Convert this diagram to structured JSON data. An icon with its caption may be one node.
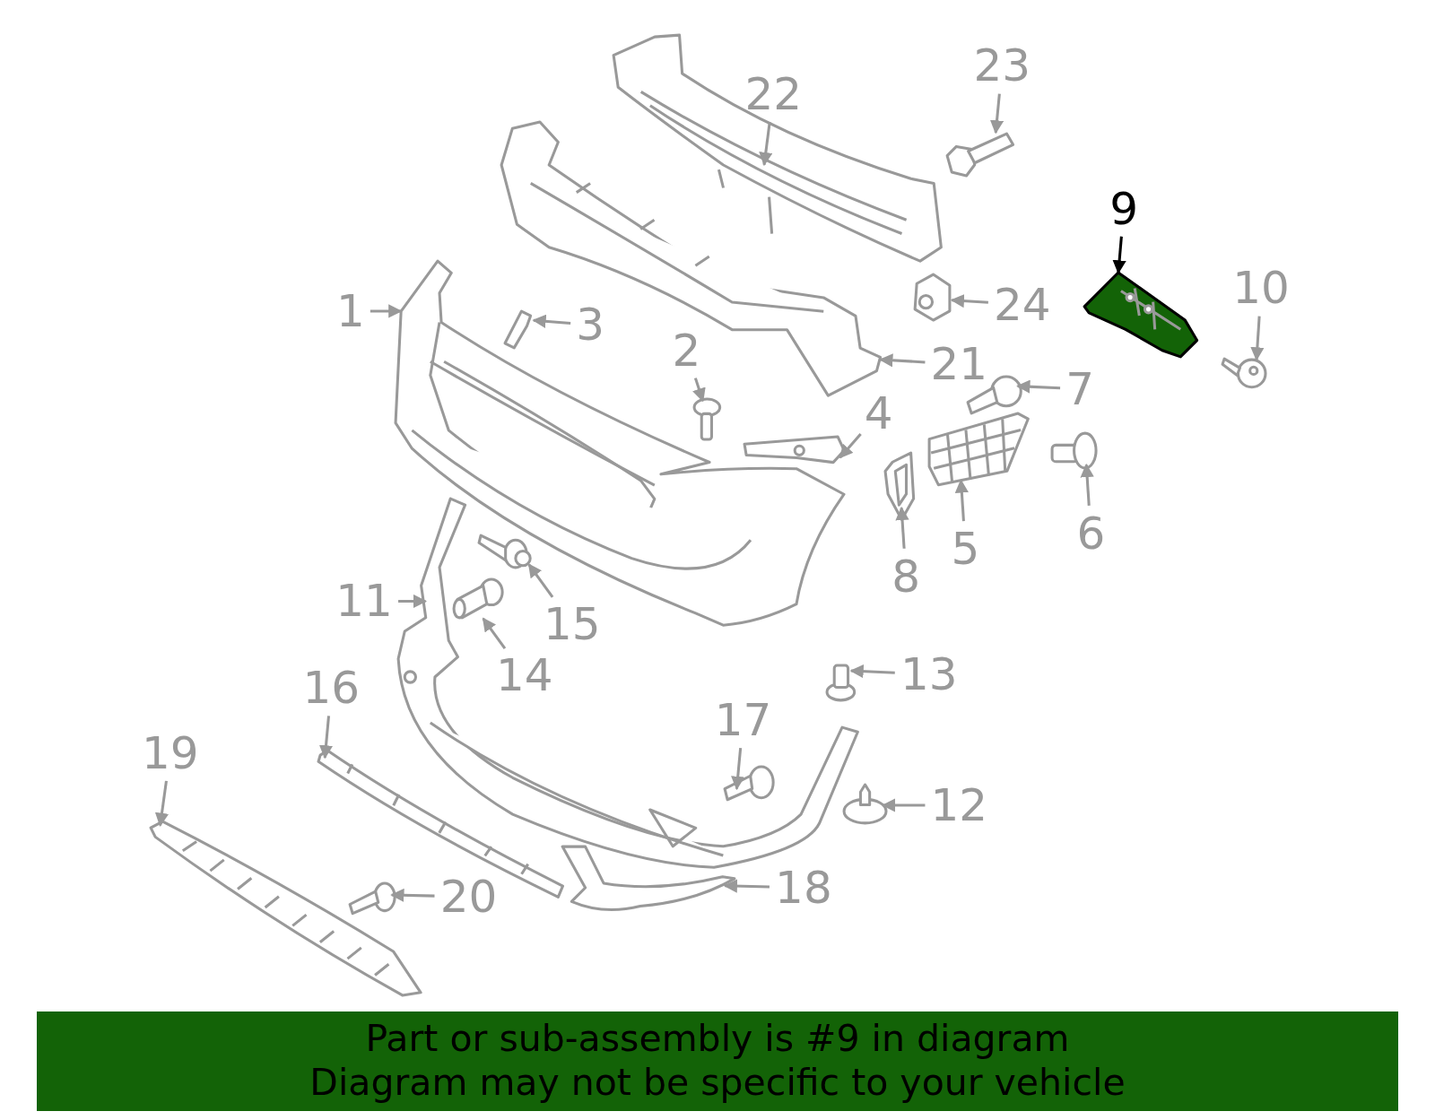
{
  "diagram": {
    "nodes": [
      {
        "text": [
          "1"
        ]
      },
      {
        "text": [
          "2"
        ]
      },
      {
        "text": [
          "3"
        ]
      },
      {
        "text": [
          "4"
        ]
      },
      {
        "text": [
          "5"
        ]
      },
      {
        "text": [
          "6"
        ]
      },
      {
        "text": [
          "7"
        ]
      },
      {
        "text": [
          "8"
        ]
      },
      {
        "text": [
          "9"
        ]
      },
      {
        "text": [
          "10"
        ]
      },
      {
        "text": [
          "11"
        ]
      },
      {
        "text": [
          "12"
        ]
      },
      {
        "text": [
          "13"
        ]
      },
      {
        "text": [
          "14"
        ]
      },
      {
        "text": [
          "15"
        ]
      },
      {
        "text": [
          "16"
        ]
      },
      {
        "text": [
          "17"
        ]
      },
      {
        "text": [
          "18"
        ]
      },
      {
        "text": [
          "19"
        ]
      },
      {
        "text": [
          "20"
        ]
      },
      {
        "text": [
          "21"
        ]
      },
      {
        "text": [
          "22"
        ]
      },
      {
        "text": [
          "23"
        ]
      },
      {
        "text": [
          "24"
        ]
      },
      {
        "text": [],
        "shape": "picture"
      },
      {
        "text": [],
        "shape": "picture"
      },
      {
        "text": [],
        "shape": "picture"
      },
      {
        "text": [],
        "shape": "picture"
      },
      {
        "text": [],
        "shape": "picture"
      },
      {
        "text": [],
        "shape": "picture"
      },
      {
        "text": [],
        "shape": "picture"
      },
      {
        "text": [],
        "shape": "picture"
      },
      {
        "text": [],
        "shape": "picture"
      },
      {
        "text": [],
        "shape": "picture"
      },
      {
        "text": [],
        "shape": "picture"
      },
      {
        "text": [],
        "shape": "picture"
      },
      {
        "text": [],
        "shape": "picture"
      },
      {
        "text": [],
        "shape": "picture"
      },
      {
        "text": [],
        "shape": "picture"
      },
      {
        "text": [],
        "shape": "picture"
      },
      {
        "text": [],
        "shape": "picture"
      },
      {
        "text": [],
        "shape": "picture"
      },
      {
        "text": [],
        "shape": "picture"
      },
      {
        "text": [],
        "shape": "picture"
      },
      {
        "text": [],
        "shape": "picture"
      },
      {
        "text": [],
        "shape": "picture"
      },
      {
        "text": [],
        "shape": "picture"
      },
      {
        "text": [],
        "shape": "picture"
      },
      {
        "text": [
          "Part or sub-assembly is #9 in diagram",
          "Diagram may not be specific to your vehicle"
        ]
      }
    ],
    "edges": [
      {
        "from": 0,
        "to": 24,
        "arrow": "to"
      },
      {
        "from": 1,
        "to": 25,
        "arrow": "to"
      },
      {
        "from": 2,
        "to": 26,
        "arrow": "to"
      },
      {
        "from": 3,
        "to": 27,
        "arrow": "to"
      },
      {
        "from": 4,
        "to": 28,
        "arrow": "to"
      },
      {
        "from": 5,
        "to": 29,
        "arrow": "to"
      },
      {
        "from": 6,
        "to": 30,
        "arrow": "to"
      },
      {
        "from": 7,
        "to": 31,
        "arrow": "to"
      },
      {
        "from": 8,
        "to": 32,
        "arrow": "to",
        "color": "#000000"
      },
      {
        "from": 9,
        "to": 33,
        "arrow": "to"
      },
      {
        "from": 10,
        "to": 34,
        "arrow": "to"
      },
      {
        "from": 11,
        "to": 35,
        "arrow": "to"
      },
      {
        "from": 12,
        "to": 36,
        "arrow": "to"
      },
      {
        "from": 13,
        "to": 37,
        "arrow": "to"
      },
      {
        "from": 14,
        "to": 38,
        "arrow": "to"
      },
      {
        "from": 15,
        "to": 39,
        "arrow": "to"
      },
      {
        "from": 16,
        "to": 40,
        "arrow": "to"
      },
      {
        "from": 17,
        "to": 41,
        "arrow": "to"
      },
      {
        "from": 18,
        "to": 42,
        "arrow": "to"
      },
      {
        "from": 19,
        "to": 43,
        "arrow": "to"
      },
      {
        "from": 20,
        "to": 44,
        "arrow": "to"
      },
      {
        "from": 21,
        "to": 45,
        "arrow": "to"
      },
      {
        "from": 22,
        "to": 46,
        "arrow": "to"
      },
      {
        "from": 23,
        "to": 47,
        "arrow": "to"
      }
    ]
  }
}
